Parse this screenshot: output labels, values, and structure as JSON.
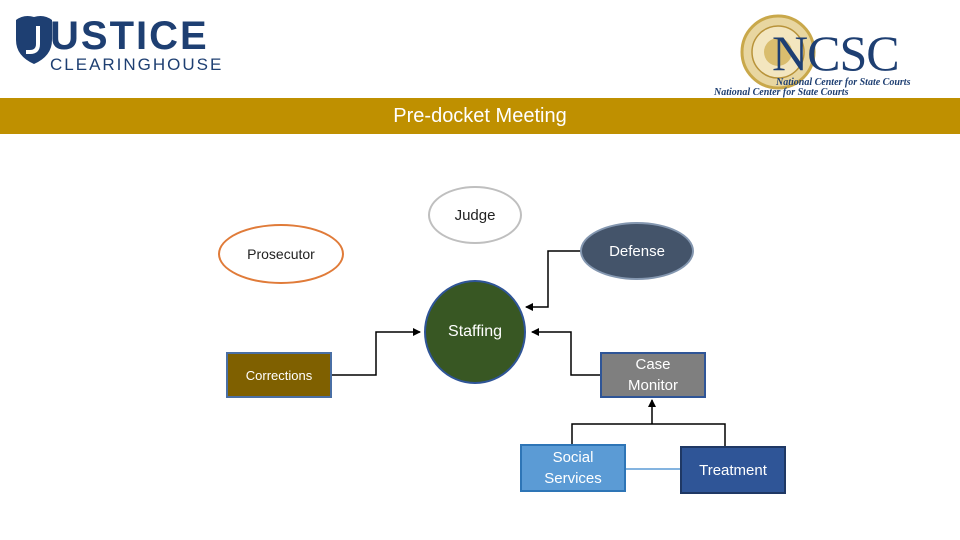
{
  "header": {
    "left_logo": {
      "title": "USTICE",
      "subtitle": "CLEARINGHOUSE"
    },
    "right_logo": {
      "acronym": "NCSC",
      "subtitle_1": "National Center for State Courts",
      "subtitle_2": "National Center for State Courts"
    }
  },
  "title_bar": {
    "label": "Pre-docket Meeting",
    "color": "#bf9000"
  },
  "diagram": {
    "nodes": {
      "judge": {
        "label": "Judge"
      },
      "defense": {
        "label": "Defense"
      },
      "prosecutor": {
        "label": "Prosecutor"
      },
      "staffing": {
        "label": "Staffing"
      },
      "corrections": {
        "label": "Corrections"
      },
      "case_monitor": {
        "label_line1": "Case",
        "label_line2": "Monitor"
      },
      "social_services": {
        "label_line1": "Social",
        "label_line2": "Services"
      },
      "treatment": {
        "label": "Treatment"
      }
    }
  }
}
